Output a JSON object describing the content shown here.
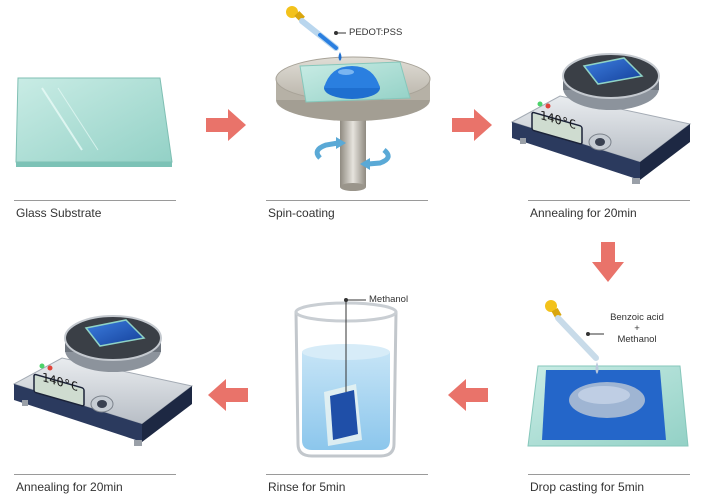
{
  "steps": [
    {
      "caption": "Glass Substrate"
    },
    {
      "caption": "Spin-coating"
    },
    {
      "caption": "Annealing for 20min"
    },
    {
      "caption": "Drop casting for 5min"
    },
    {
      "caption": "Rinse for 5min"
    },
    {
      "caption": "Annealing for 20min"
    }
  ],
  "labels": {
    "pedot": "PEDOT:PSS",
    "benzoic_line1": "Benzoic acid",
    "benzoic_plus": "+",
    "benzoic_line2": "Methanol",
    "methanol": "Methanol"
  },
  "displays": {
    "hotplate_top": "140°C",
    "hotplate_bottom": "140°C"
  },
  "colors": {
    "arrow": "#e9736a",
    "glass": "#a9dcd3",
    "film": "#1f5fc2",
    "plate_body": "#2b3a5e",
    "rule": "#9a9a9a"
  }
}
